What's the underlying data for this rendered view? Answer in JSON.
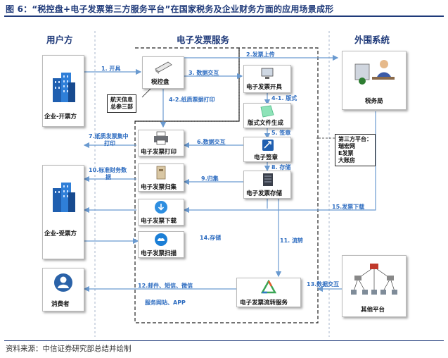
{
  "title": "图 6：“税控盘+电子发票第三方服务平台”在国家税务及企业财务方面的应用场景成形",
  "source": "资料来源：中信证券研究部总结并绘制",
  "columns": {
    "user": "用户方",
    "service": "电子发票服务",
    "external": "外围系统"
  },
  "nodes": {
    "enterprise_issuer": "企业-开票方",
    "enterprise_receiver": "企业-受票方",
    "consumer": "消费者",
    "tax_control": "税控盘",
    "tax_bureau": "税务局",
    "invoice_issue": "电子发票开具",
    "layout_file": "版式文件生成",
    "e_signature": "电子签章",
    "e_storage": "电子发票存储",
    "e_print": "电子发票打印",
    "e_archive": "电子发票归集",
    "e_download": "电子发票下载",
    "e_scan": "电子发票扫描",
    "circulation": "电子发票流转服务",
    "other_platform": "其他平台"
  },
  "notes": {
    "hangtian": [
      "航天信息",
      "总参三部"
    ],
    "third_party": [
      "第三方平台：",
      "瑞宏网",
      "E发票",
      "大账房"
    ]
  },
  "flows": {
    "f1": "1. 开具",
    "f2": "2.发票上传",
    "f3": "3. 数据交互",
    "f4_1": "4-1. 版式",
    "f4_2": "4-2.纸质票据打印",
    "f5": "5. 签章",
    "f6": "6.数据交互",
    "f7a": "7.纸质发票集中",
    "f7b": "打印",
    "f8": "8. 存储",
    "f9": "9.归集",
    "f10a": "10.标准财务数",
    "f10b": "据",
    "f11": "11. 流转",
    "f12a": "12.邮件、短信、微信",
    "f12b": "服务网站、APP",
    "f13": "13.数据交互",
    "f14": "14.存储",
    "f15": "15.发票下载"
  },
  "colors": {
    "accent": "#1f3a7a",
    "flow_text": "#2d6cc0",
    "arrow": "#6a9ad0",
    "dash": "#222222"
  }
}
